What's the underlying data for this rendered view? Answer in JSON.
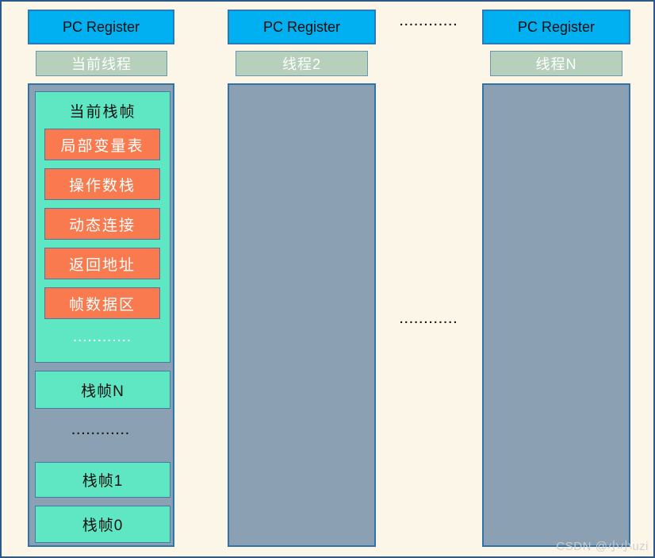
{
  "colors": {
    "page_bg": "#fbf6e7",
    "page_border": "#2d5986",
    "pc_fill": "#00b0f0",
    "pc_border": "#2a7ab5",
    "thread_fill": "#b6d0bc",
    "thread_border": "#6d96ae",
    "stack_fill": "#8ba1b3",
    "stack_border": "#2e74a8",
    "frame_fill": "#5fe6c2",
    "accent_border": "#3f7ca8",
    "part_fill": "#f87a4e"
  },
  "columns": [
    {
      "pc_register": "PC Register",
      "thread_label": "当前线程",
      "current_frame": {
        "title": "当前栈帧",
        "parts": [
          "局部变量表",
          "操作数栈",
          "动态连接",
          "返回地址",
          "帧数据区"
        ],
        "more_dots": "............"
      },
      "stack_frames": {
        "frame_n": "栈帧N",
        "dots": "............",
        "frame_1": "栈帧1",
        "frame_0": "栈帧0"
      }
    },
    {
      "pc_register": "PC Register",
      "thread_label": "线程2"
    },
    {
      "pc_register": "PC Register",
      "thread_label": "线程N"
    }
  ],
  "separators": {
    "top_dots": "............",
    "middle_dots": "............"
  },
  "watermark": "CSDN @小小uzi"
}
